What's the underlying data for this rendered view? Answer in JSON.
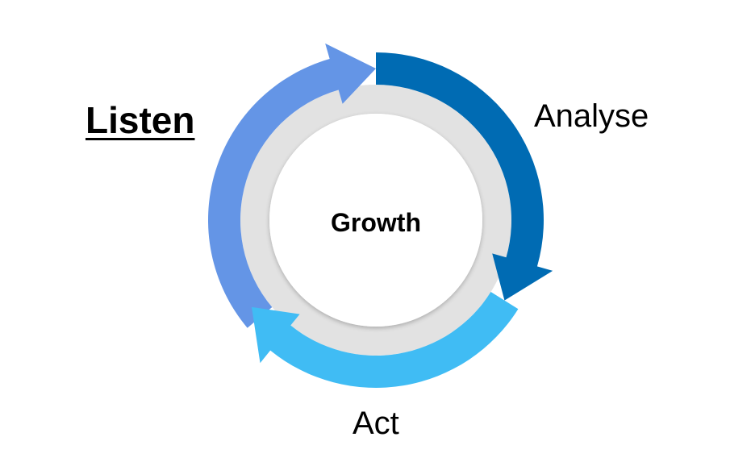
{
  "diagram": {
    "type": "cycle",
    "center_label": "Growth",
    "steps": [
      {
        "label": "Listen",
        "emphasized": true,
        "color": "#6495e6"
      },
      {
        "label": "Analyse",
        "emphasized": false,
        "color": "#006bb3"
      },
      {
        "label": "Act",
        "emphasized": false,
        "color": "#40bcf4"
      }
    ],
    "colors": {
      "track": "#e2e2e2",
      "center": "#ffffff",
      "text": "#000000"
    }
  }
}
